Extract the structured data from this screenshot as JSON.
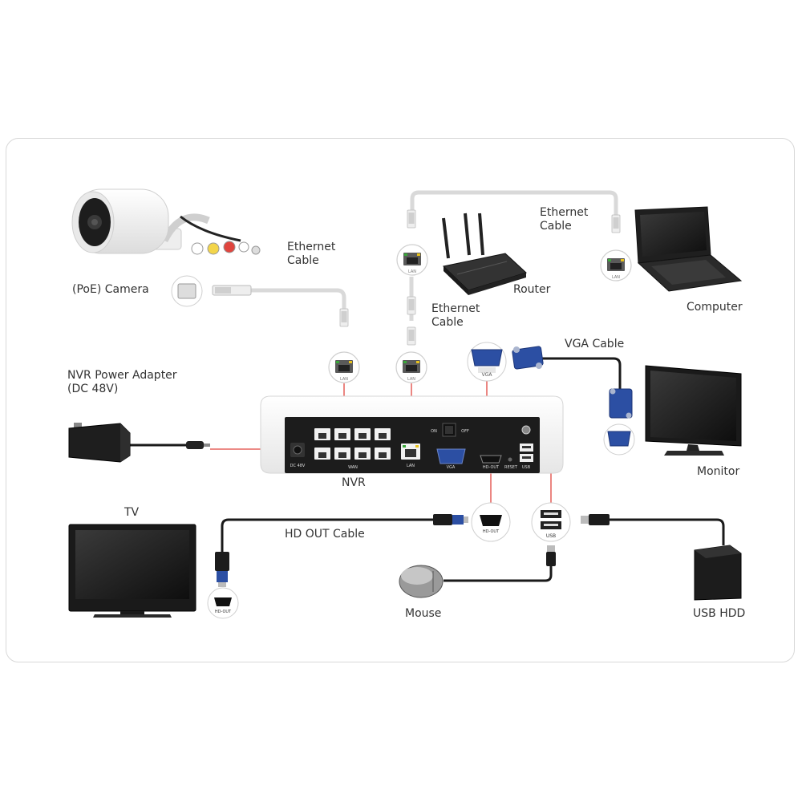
{
  "labels": {
    "poe_camera": "(PoE) Camera",
    "ethernet_cable_camera_line1": "Ethernet",
    "ethernet_cable_camera_line2": "Cable",
    "ethernet_cable_router_line1": "Ethernet",
    "ethernet_cable_router_line2": "Cable",
    "ethernet_cable_computer_line1": "Ethernet",
    "ethernet_cable_computer_line2": "Cable",
    "router": "Router",
    "computer": "Computer",
    "vga_cable": "VGA Cable",
    "monitor": "Monitor",
    "nvr_power_adapter_line1": "NVR Power Adapter",
    "nvr_power_adapter_line2": "(DC 48V)",
    "nvr": "NVR",
    "tv": "TV",
    "hd_out_cable": "HD OUT Cable",
    "mouse": "Mouse",
    "usb_hdd": "USB HDD"
  },
  "ports": {
    "lan": "LAN",
    "wan": "WAN",
    "vga": "VGA",
    "hd_out": "HD-OUT",
    "usb": "USB",
    "dc_48v": "DC 48V",
    "reset": "RESET",
    "on": "ON",
    "off": "OFF"
  },
  "colors": {
    "connector_line": "#e0453e",
    "cable": "#1a1a1a",
    "ethernet_cable": "#d9d9d9",
    "nvr_body": "#f4f4f4",
    "nvr_panel": "#1c1c1c",
    "vga_blue": "#2c4fa3",
    "lan_led_green": "#3aa83a",
    "lan_led_yellow": "#e8c21c"
  },
  "icons": [
    "camera-icon",
    "router-icon",
    "laptop-icon",
    "monitor-icon",
    "tv-icon",
    "mouse-icon",
    "hdd-icon",
    "power-adapter-icon",
    "nvr-icon"
  ]
}
